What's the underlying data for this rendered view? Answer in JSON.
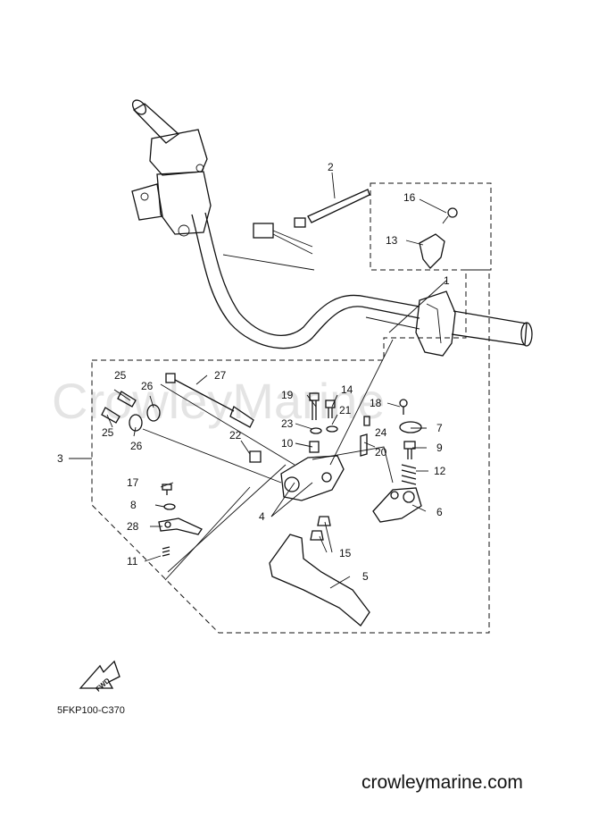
{
  "watermark": "CrowleyMarine",
  "diagram_code": "5FKP100-C370",
  "website": "crowleymarine.com",
  "fwd_label": "FWD",
  "callouts": {
    "c1": "1",
    "c2": "2",
    "c3": "3",
    "c4": "4",
    "c5": "5",
    "c6": "6",
    "c7": "7",
    "c8": "8",
    "c9": "9",
    "c10": "10",
    "c11": "11",
    "c12": "12",
    "c13": "13",
    "c14": "14",
    "c15": "15",
    "c16": "16",
    "c17": "17",
    "c18": "18",
    "c19": "19",
    "c20": "20",
    "c21": "21",
    "c22": "22",
    "c23": "23",
    "c24": "24",
    "c25a": "25",
    "c25b": "25",
    "c26a": "26",
    "c26b": "26",
    "c27": "27",
    "c28": "28"
  }
}
